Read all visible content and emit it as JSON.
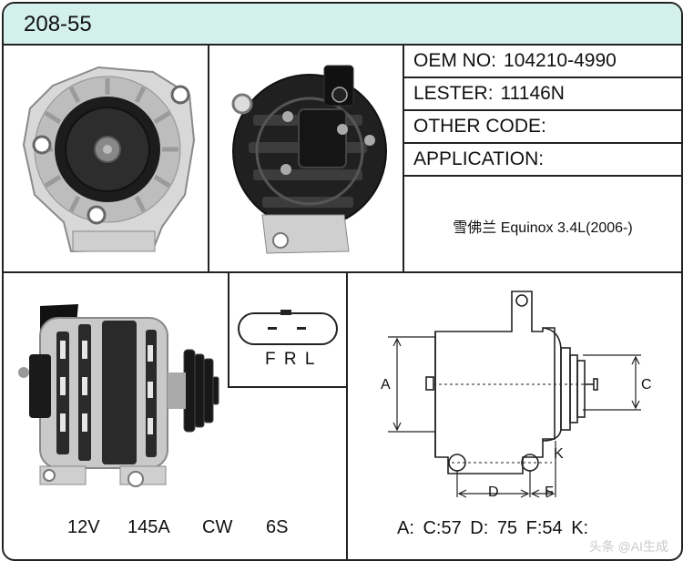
{
  "title": "208-55",
  "info": {
    "oem_label": "OEM NO:",
    "oem_value": "104210-4990",
    "lester_label": "LESTER:",
    "lester_value": "11146N",
    "other_label": "OTHER CODE:",
    "application_label": "APPLICATION:",
    "application_value": "雪佛兰 Equinox 3.4L(2006-)"
  },
  "plug": {
    "pins": "F R L"
  },
  "specs": {
    "voltage": "12V",
    "amperage": "145A",
    "rotation": "CW",
    "pulley": "6S"
  },
  "dimensions": {
    "line": "A:  C:57  D: 75  F:54  K:",
    "labels": {
      "a": "A",
      "c": "C",
      "d": "D",
      "f": "F",
      "k": "K"
    }
  },
  "watermark": "头条 @AI生成",
  "colors": {
    "title_bg": "#d3f0ea",
    "border": "#222222"
  }
}
